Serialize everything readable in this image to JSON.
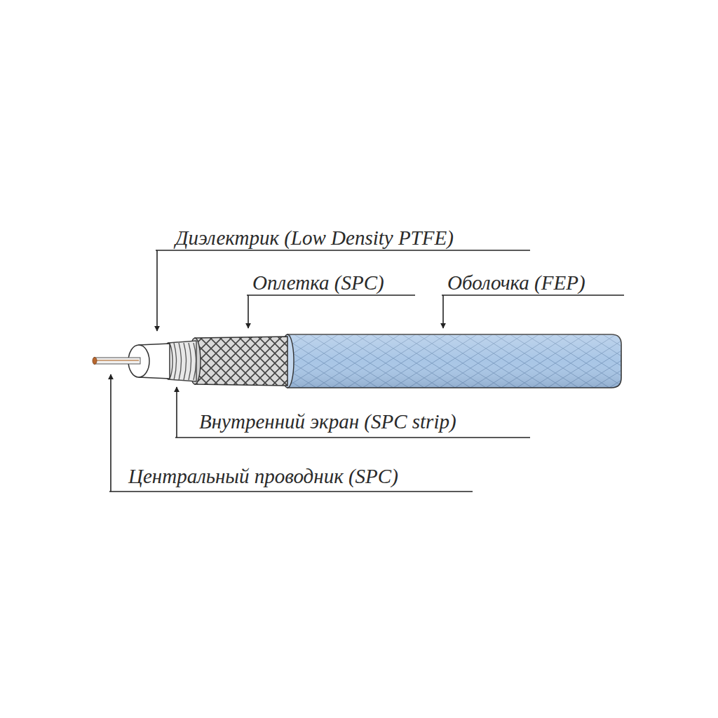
{
  "diagram": {
    "labels": [
      "Диэлектрик (Low Density PTFE)",
      "Оплетка (SPC)",
      "Оболочка (FEP)",
      "Внутренний экран (SPC strip)",
      "Центральный проводник (SPC)"
    ]
  }
}
